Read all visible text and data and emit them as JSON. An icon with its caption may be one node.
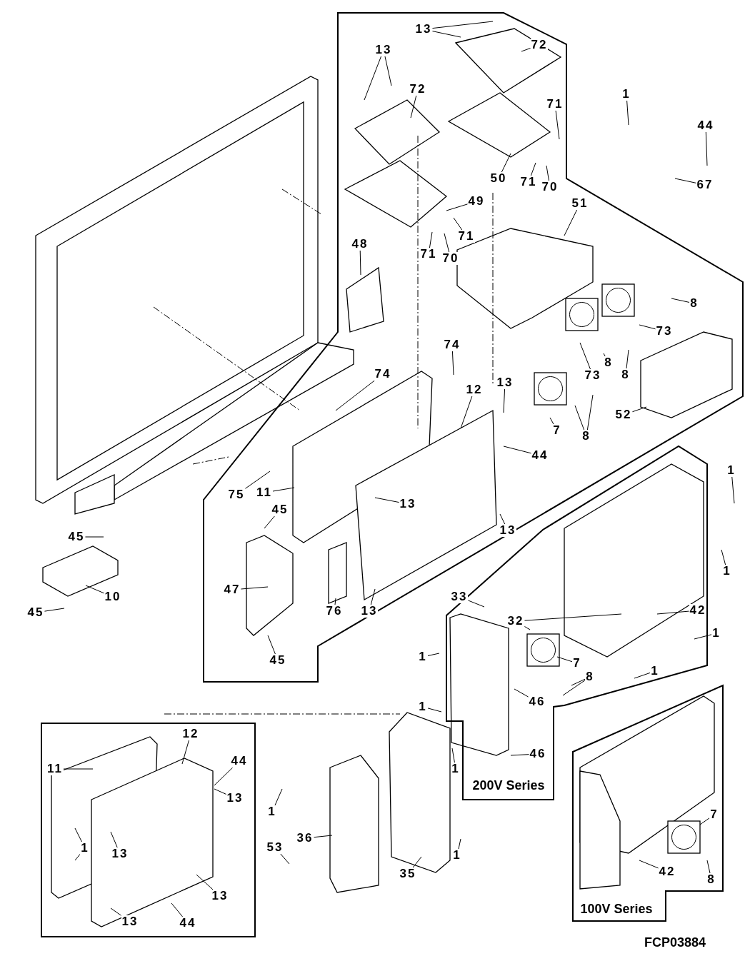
{
  "diagram": {
    "nodes": [
      {
        "text": [
          "13"
        ]
      },
      {
        "text": [
          "72"
        ]
      },
      {
        "text": [
          "13"
        ]
      },
      {
        "text": [
          "72"
        ]
      },
      {
        "text": [
          "71"
        ]
      },
      {
        "text": [
          "1"
        ]
      },
      {
        "text": [
          "44"
        ]
      },
      {
        "text": [
          "50"
        ]
      },
      {
        "text": [
          "71"
        ]
      },
      {
        "text": [
          "70"
        ]
      },
      {
        "text": [
          "67"
        ]
      },
      {
        "text": [
          "49"
        ]
      },
      {
        "text": [
          "51"
        ]
      },
      {
        "text": [
          "71"
        ]
      },
      {
        "text": [
          "71"
        ]
      },
      {
        "text": [
          "70"
        ]
      },
      {
        "text": [
          "48"
        ]
      },
      {
        "text": [
          "8"
        ]
      },
      {
        "text": [
          "73"
        ]
      },
      {
        "text": [
          "74"
        ]
      },
      {
        "text": [
          "8"
        ]
      },
      {
        "text": [
          "74"
        ]
      },
      {
        "text": [
          "73"
        ]
      },
      {
        "text": [
          "8"
        ]
      },
      {
        "text": [
          "12"
        ]
      },
      {
        "text": [
          "13"
        ]
      },
      {
        "text": [
          "52"
        ]
      },
      {
        "text": [
          "7"
        ]
      },
      {
        "text": [
          "8"
        ]
      },
      {
        "text": [
          "44"
        ]
      },
      {
        "text": [
          "1"
        ]
      },
      {
        "text": [
          "75"
        ]
      },
      {
        "text": [
          "11"
        ]
      },
      {
        "text": [
          "13"
        ]
      },
      {
        "text": [
          "45"
        ]
      },
      {
        "text": [
          "45"
        ]
      },
      {
        "text": [
          "13"
        ]
      },
      {
        "text": [
          "1"
        ]
      },
      {
        "text": [
          "47"
        ]
      },
      {
        "text": [
          "10"
        ]
      },
      {
        "text": [
          "33"
        ]
      },
      {
        "text": [
          "42"
        ]
      },
      {
        "text": [
          "45"
        ]
      },
      {
        "text": [
          "76"
        ]
      },
      {
        "text": [
          "13"
        ]
      },
      {
        "text": [
          "32"
        ]
      },
      {
        "text": [
          "1"
        ]
      },
      {
        "text": [
          "7"
        ]
      },
      {
        "text": [
          "45"
        ]
      },
      {
        "text": [
          "8"
        ]
      },
      {
        "text": [
          "1"
        ]
      },
      {
        "text": [
          "1"
        ]
      },
      {
        "text": [
          "46"
        ]
      },
      {
        "text": [
          "1"
        ]
      },
      {
        "text": [
          "12"
        ]
      },
      {
        "text": [
          "44"
        ]
      },
      {
        "text": [
          "46"
        ]
      },
      {
        "text": [
          "11"
        ]
      },
      {
        "text": [
          "1"
        ]
      },
      {
        "text": [
          "13"
        ]
      },
      {
        "text": [
          "1"
        ]
      },
      {
        "text": [
          "1"
        ]
      },
      {
        "text": [
          "36"
        ]
      },
      {
        "text": [
          "13"
        ]
      },
      {
        "text": [
          "53"
        ]
      },
      {
        "text": [
          "1"
        ]
      },
      {
        "text": [
          "7"
        ]
      },
      {
        "text": [
          "13"
        ]
      },
      {
        "text": [
          "35"
        ]
      },
      {
        "text": [
          "42"
        ]
      },
      {
        "text": [
          "8"
        ]
      },
      {
        "text": [
          "13"
        ]
      },
      {
        "text": [
          "44"
        ]
      }
    ],
    "edges": [
      {
        "from": 0,
        "to": null,
        "arrow": "none"
      },
      {
        "from": 0,
        "to": null,
        "arrow": "none"
      },
      {
        "from": 1,
        "to": null,
        "arrow": "none"
      },
      {
        "from": 2,
        "to": null,
        "arrow": "none"
      },
      {
        "from": 2,
        "to": null,
        "arrow": "none"
      },
      {
        "from": 3,
        "to": null,
        "arrow": "none"
      },
      {
        "from": 4,
        "to": null,
        "arrow": "none"
      },
      {
        "from": 5,
        "to": null,
        "arrow": "none"
      },
      {
        "from": 6,
        "to": null,
        "arrow": "none"
      },
      {
        "from": 7,
        "to": null,
        "arrow": "none"
      },
      {
        "from": 8,
        "to": null,
        "arrow": "none"
      },
      {
        "from": 9,
        "to": null,
        "arrow": "none"
      },
      {
        "from": 10,
        "to": null,
        "arrow": "none"
      },
      {
        "from": 11,
        "to": null,
        "arrow": "none"
      },
      {
        "from": 12,
        "to": null,
        "arrow": "none"
      },
      {
        "from": 13,
        "to": null,
        "arrow": "none"
      },
      {
        "from": 14,
        "to": null,
        "arrow": "none"
      },
      {
        "from": 15,
        "to": null,
        "arrow": "none"
      },
      {
        "from": 16,
        "to": null,
        "arrow": "none"
      },
      {
        "from": 17,
        "to": null,
        "arrow": "none"
      },
      {
        "from": 18,
        "to": null,
        "arrow": "none"
      },
      {
        "from": 19,
        "to": null,
        "arrow": "none"
      },
      {
        "from": 20,
        "to": null,
        "arrow": "none"
      },
      {
        "from": 21,
        "to": null,
        "arrow": "none"
      },
      {
        "from": 22,
        "to": null,
        "arrow": "none"
      },
      {
        "from": 23,
        "to": null,
        "arrow": "none"
      },
      {
        "from": 24,
        "to": null,
        "arrow": "none"
      },
      {
        "from": 25,
        "to": null,
        "arrow": "none"
      },
      {
        "from": 26,
        "to": null,
        "arrow": "none"
      },
      {
        "from": 27,
        "to": null,
        "arrow": "none"
      },
      {
        "from": 28,
        "to": null,
        "arrow": "none"
      },
      {
        "from": 28,
        "to": null,
        "arrow": "none"
      },
      {
        "from": 29,
        "to": null,
        "arrow": "none"
      },
      {
        "from": 30,
        "to": null,
        "arrow": "none"
      },
      {
        "from": 31,
        "to": null,
        "arrow": "none"
      },
      {
        "from": 32,
        "to": null,
        "arrow": "none"
      },
      {
        "from": 33,
        "to": null,
        "arrow": "none"
      },
      {
        "from": 34,
        "to": null,
        "arrow": "none"
      },
      {
        "from": 35,
        "to": null,
        "arrow": "none"
      },
      {
        "from": 36,
        "to": null,
        "arrow": "none"
      },
      {
        "from": 37,
        "to": null,
        "arrow": "none"
      },
      {
        "from": 38,
        "to": null,
        "arrow": "none"
      },
      {
        "from": 39,
        "to": null,
        "arrow": "none"
      },
      {
        "from": 40,
        "to": null,
        "arrow": "none"
      },
      {
        "from": 41,
        "to": null,
        "arrow": "none"
      },
      {
        "from": 42,
        "to": null,
        "arrow": "none"
      },
      {
        "from": 43,
        "to": null,
        "arrow": "none"
      },
      {
        "from": 44,
        "to": null,
        "arrow": "none"
      },
      {
        "from": 45,
        "to": null,
        "arrow": "none"
      },
      {
        "from": 45,
        "to": null,
        "arrow": "none"
      },
      {
        "from": 46,
        "to": null,
        "arrow": "none"
      },
      {
        "from": 47,
        "to": null,
        "arrow": "none"
      },
      {
        "from": 48,
        "to": null,
        "arrow": "none"
      },
      {
        "from": 49,
        "to": null,
        "arrow": "none"
      },
      {
        "from": 49,
        "to": null,
        "arrow": "none"
      },
      {
        "from": 50,
        "to": null,
        "arrow": "none"
      },
      {
        "from": 51,
        "to": null,
        "arrow": "none"
      },
      {
        "from": 52,
        "to": null,
        "arrow": "none"
      },
      {
        "from": 53,
        "to": null,
        "arrow": "none"
      },
      {
        "from": 54,
        "to": null,
        "arrow": "none"
      },
      {
        "from": 55,
        "to": null,
        "arrow": "none"
      },
      {
        "from": 56,
        "to": null,
        "arrow": "none"
      },
      {
        "from": 57,
        "to": null,
        "arrow": "none"
      },
      {
        "from": 58,
        "to": null,
        "arrow": "none"
      },
      {
        "from": 59,
        "to": null,
        "arrow": "none"
      },
      {
        "from": 60,
        "to": null,
        "arrow": "none"
      },
      {
        "from": 61,
        "to": null,
        "arrow": "none"
      },
      {
        "from": 61,
        "to": null,
        "arrow": "none"
      },
      {
        "from": 62,
        "to": null,
        "arrow": "none"
      },
      {
        "from": 63,
        "to": null,
        "arrow": "none"
      },
      {
        "from": 64,
        "to": null,
        "arrow": "none"
      },
      {
        "from": 65,
        "to": null,
        "arrow": "none"
      },
      {
        "from": 66,
        "to": null,
        "arrow": "none"
      },
      {
        "from": 67,
        "to": null,
        "arrow": "none"
      },
      {
        "from": 68,
        "to": null,
        "arrow": "none"
      },
      {
        "from": 69,
        "to": null,
        "arrow": "none"
      },
      {
        "from": 70,
        "to": null,
        "arrow": "none"
      },
      {
        "from": 71,
        "to": null,
        "arrow": "none"
      },
      {
        "from": 72,
        "to": null,
        "arrow": "none"
      }
    ],
    "labels": [
      "200V Series",
      "100V Series",
      "FCP03884"
    ]
  }
}
